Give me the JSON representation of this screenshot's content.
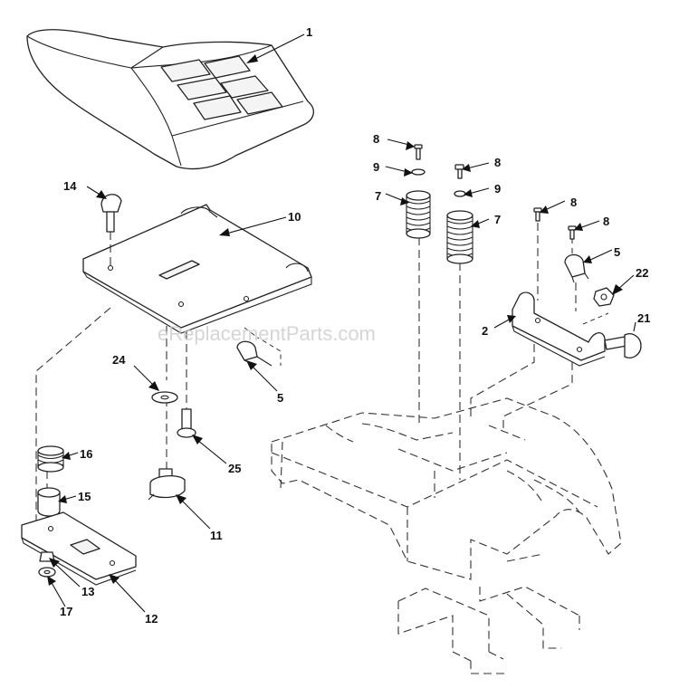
{
  "watermark": "eReplacementParts.com",
  "callouts": [
    {
      "id": "c1",
      "label": "1"
    },
    {
      "id": "c2",
      "label": "2"
    },
    {
      "id": "c5a",
      "label": "5"
    },
    {
      "id": "c5b",
      "label": "5"
    },
    {
      "id": "c7a",
      "label": "7"
    },
    {
      "id": "c7b",
      "label": "7"
    },
    {
      "id": "c8a",
      "label": "8"
    },
    {
      "id": "c8b",
      "label": "8"
    },
    {
      "id": "c8c",
      "label": "8"
    },
    {
      "id": "c8d",
      "label": "8"
    },
    {
      "id": "c9a",
      "label": "9"
    },
    {
      "id": "c9b",
      "label": "9"
    },
    {
      "id": "c10",
      "label": "10"
    },
    {
      "id": "c11",
      "label": "11"
    },
    {
      "id": "c12",
      "label": "12"
    },
    {
      "id": "c13",
      "label": "13"
    },
    {
      "id": "c14",
      "label": "14"
    },
    {
      "id": "c15",
      "label": "15"
    },
    {
      "id": "c16",
      "label": "16"
    },
    {
      "id": "c17",
      "label": "17"
    },
    {
      "id": "c21",
      "label": "21"
    },
    {
      "id": "c22",
      "label": "22"
    },
    {
      "id": "c24",
      "label": "24"
    },
    {
      "id": "c25",
      "label": "25"
    }
  ]
}
